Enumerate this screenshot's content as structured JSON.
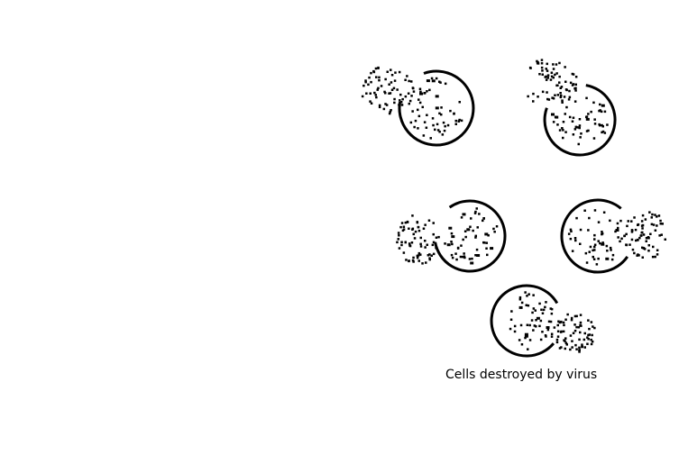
{
  "caption": "Cells destroyed by virus",
  "cells": [
    {
      "name": "cell-1"
    },
    {
      "name": "cell-2"
    },
    {
      "name": "cell-3"
    },
    {
      "name": "cell-4"
    },
    {
      "name": "cell-5"
    }
  ],
  "colors": {
    "background": "#ffffff",
    "ink": "#000000"
  }
}
